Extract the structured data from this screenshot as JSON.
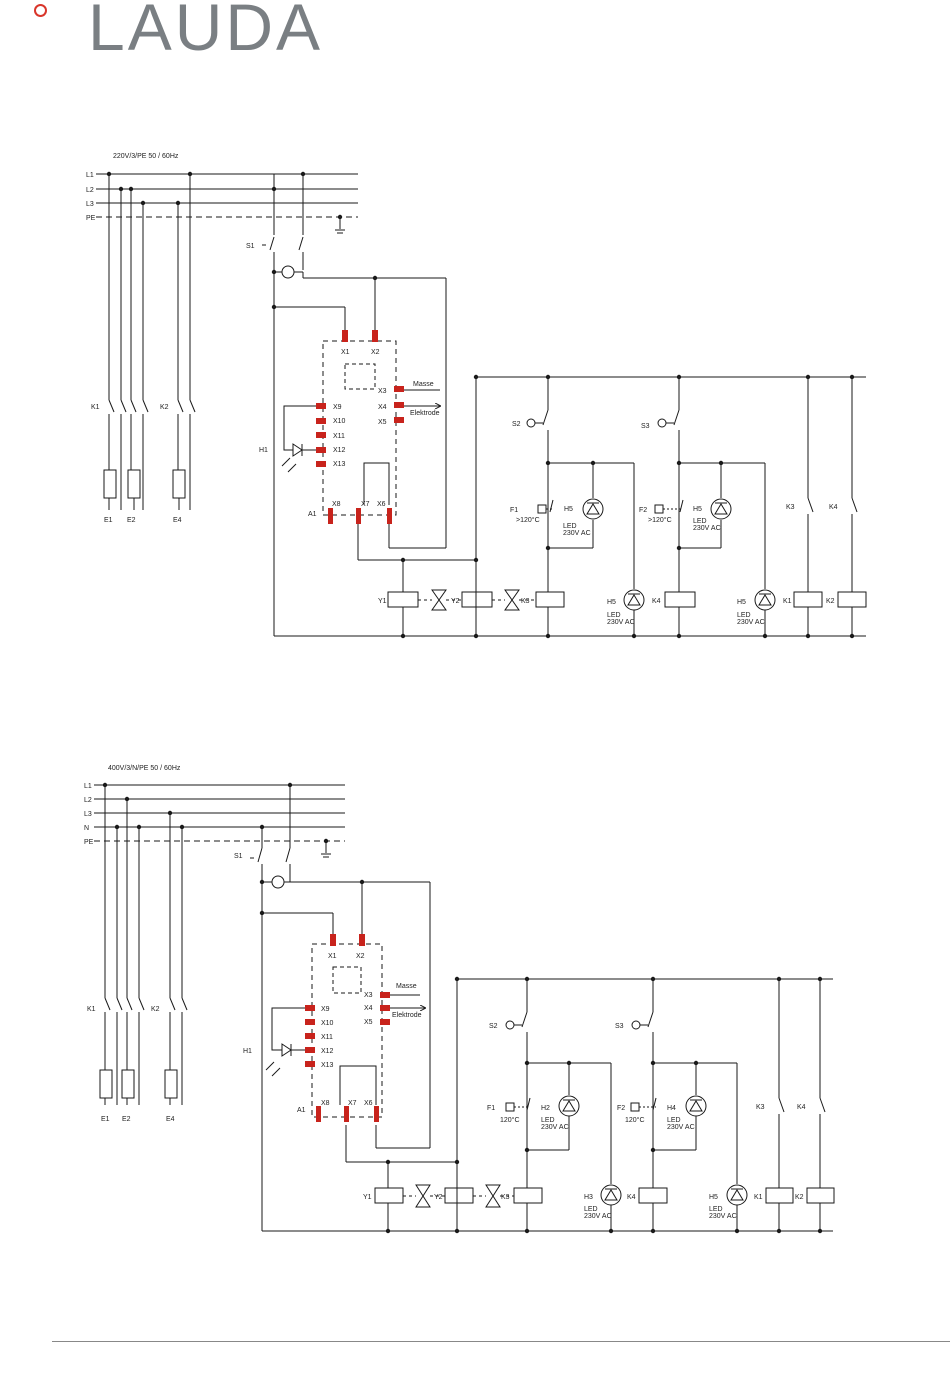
{
  "logo": {
    "text": "LAUDA"
  },
  "diagram1": {
    "supply": "220V/3/PE  50 / 60Hz",
    "lines": [
      "L1",
      "L2",
      "L3",
      "PE"
    ]
  },
  "diagram2": {
    "supply": "400V/3/N/PE  50 / 60Hz",
    "lines": [
      "L1",
      "L2",
      "L3",
      "N",
      "PE"
    ]
  },
  "labels": {
    "S1": "S1",
    "K1": "K1",
    "K2": "K2",
    "K3": "K3",
    "K4": "K4",
    "E1": "E1",
    "E2": "E2",
    "E4": "E4",
    "H1": "H1",
    "A1": "A1",
    "X1": "X1",
    "X2": "X2",
    "X3": "X3",
    "X4": "X4",
    "X5": "X5",
    "X6": "X6",
    "X7": "X7",
    "X8": "X8",
    "X9": "X9",
    "X10": "X10",
    "X11": "X11",
    "X12": "X12",
    "X13": "X13",
    "Masse": "Masse",
    "Elektrode": "Elektrode",
    "S2": "S2",
    "S3": "S3",
    "F1": "F1",
    "F2": "F2",
    "Y1": "Y1",
    "Y2": "Y2",
    "H2": "H2",
    "H3": "H3",
    "H4": "H4",
    "H5": "H5",
    "temp1": "120°C",
    "temp1b": ">120°C",
    "led": "LED",
    "v230": "230V AC"
  },
  "colors": {
    "line": "#1a1a1a",
    "terminal": "#c8231c",
    "dashed": "#333333",
    "logo": "#7a7f83",
    "logo_dot": "#d9362b"
  }
}
